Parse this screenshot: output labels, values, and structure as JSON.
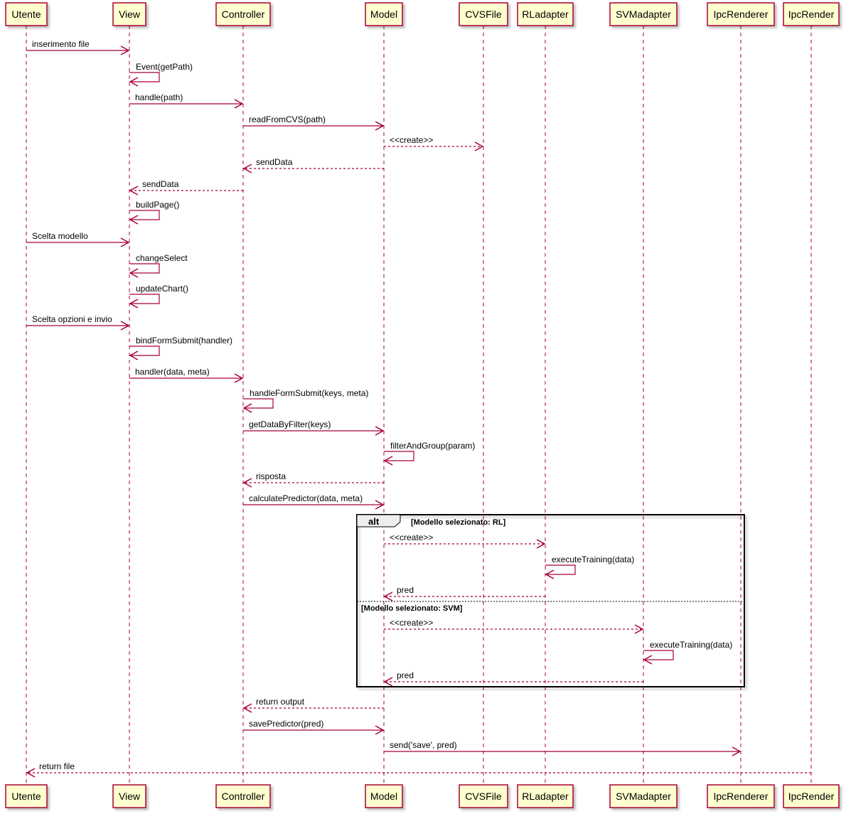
{
  "colors": {
    "participant_fill": "#FEFECE",
    "participant_border": "#A80036",
    "arrow": "#A80036",
    "text": "#000000",
    "frame_border": "#000000",
    "frame_tab_fill": "#EEEEEE"
  },
  "participants": [
    {
      "id": "utente",
      "label": "Utente"
    },
    {
      "id": "view",
      "label": "View"
    },
    {
      "id": "controller",
      "label": "Controller"
    },
    {
      "id": "model",
      "label": "Model"
    },
    {
      "id": "cvsfile",
      "label": "CVSFile"
    },
    {
      "id": "rladapter",
      "label": "RLadapter"
    },
    {
      "id": "svmadapter",
      "label": "SVMadapter"
    },
    {
      "id": "ipcrenderer",
      "label": "IpcRenderer"
    },
    {
      "id": "ipcrender",
      "label": "IpcRender"
    }
  ],
  "messages": [
    {
      "from": "utente",
      "to": "view",
      "label": "inserimento file",
      "kind": "sync"
    },
    {
      "from": "view",
      "to": "view",
      "label": "Event(getPath)",
      "kind": "self"
    },
    {
      "from": "view",
      "to": "controller",
      "label": "handle(path)",
      "kind": "sync"
    },
    {
      "from": "controller",
      "to": "model",
      "label": "readFromCVS(path)",
      "kind": "sync"
    },
    {
      "from": "model",
      "to": "cvsfile",
      "label": "<<create>>",
      "kind": "return"
    },
    {
      "from": "model",
      "to": "controller",
      "label": "sendData",
      "kind": "return"
    },
    {
      "from": "controller",
      "to": "view",
      "label": "sendData",
      "kind": "return"
    },
    {
      "from": "view",
      "to": "view",
      "label": "buildPage()",
      "kind": "self"
    },
    {
      "from": "utente",
      "to": "view",
      "label": "Scelta modello",
      "kind": "sync"
    },
    {
      "from": "view",
      "to": "view",
      "label": "changeSelect",
      "kind": "self"
    },
    {
      "from": "view",
      "to": "view",
      "label": "updateChart()",
      "kind": "self"
    },
    {
      "from": "utente",
      "to": "view",
      "label": "Scelta opzioni e invio",
      "kind": "sync"
    },
    {
      "from": "view",
      "to": "view",
      "label": "bindFormSubmit(handler)",
      "kind": "self"
    },
    {
      "from": "view",
      "to": "controller",
      "label": "handler(data, meta)",
      "kind": "sync"
    },
    {
      "from": "controller",
      "to": "controller",
      "label": "handleFormSubmit(keys, meta)",
      "kind": "self"
    },
    {
      "from": "controller",
      "to": "model",
      "label": "getDataByFilter(keys)",
      "kind": "sync"
    },
    {
      "from": "model",
      "to": "model",
      "label": "filterAndGroup(param)",
      "kind": "self"
    },
    {
      "from": "model",
      "to": "controller",
      "label": "risposta",
      "kind": "return"
    },
    {
      "from": "controller",
      "to": "model",
      "label": "calculatePredictor(data, meta)",
      "kind": "sync"
    },
    {
      "from": "model",
      "to": "rladapter",
      "label": "<<create>>",
      "kind": "return"
    },
    {
      "from": "rladapter",
      "to": "rladapter",
      "label": "executeTraining(data)",
      "kind": "self"
    },
    {
      "from": "rladapter",
      "to": "model",
      "label": "pred",
      "kind": "return"
    },
    {
      "from": "model",
      "to": "svmadapter",
      "label": "<<create>>",
      "kind": "return"
    },
    {
      "from": "svmadapter",
      "to": "svmadapter",
      "label": "executeTraining(data)",
      "kind": "self"
    },
    {
      "from": "svmadapter",
      "to": "model",
      "label": "pred",
      "kind": "return"
    },
    {
      "from": "model",
      "to": "controller",
      "label": "return output",
      "kind": "return"
    },
    {
      "from": "controller",
      "to": "model",
      "label": "savePredictor(pred)",
      "kind": "sync"
    },
    {
      "from": "model",
      "to": "ipcrenderer",
      "label": "send('save', pred)",
      "kind": "sync"
    },
    {
      "from": "ipcrender",
      "to": "utente",
      "label": "return file",
      "kind": "return"
    }
  ],
  "alt_frame": {
    "title": "alt",
    "sections": [
      {
        "guard": "[Modello selezionato: RL]"
      },
      {
        "guard": "[Modello selezionato: SVM]"
      }
    ]
  }
}
